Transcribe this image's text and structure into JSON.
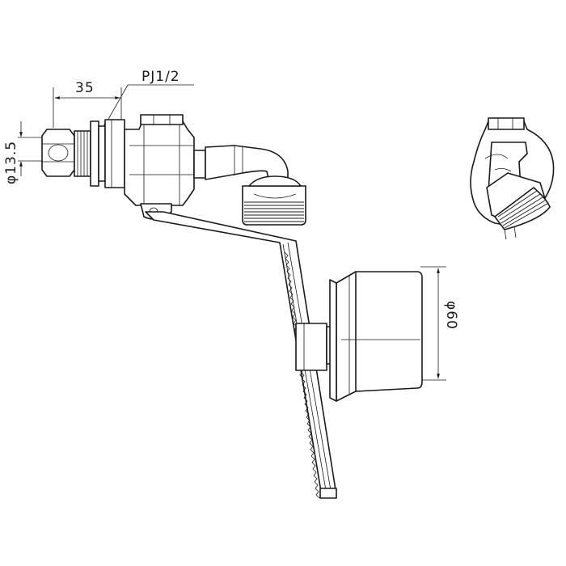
{
  "dimensions": {
    "length": "35",
    "thread": "PJ1/2",
    "pipe_diameter": "φ13.5",
    "float_diameter": "φ60"
  }
}
